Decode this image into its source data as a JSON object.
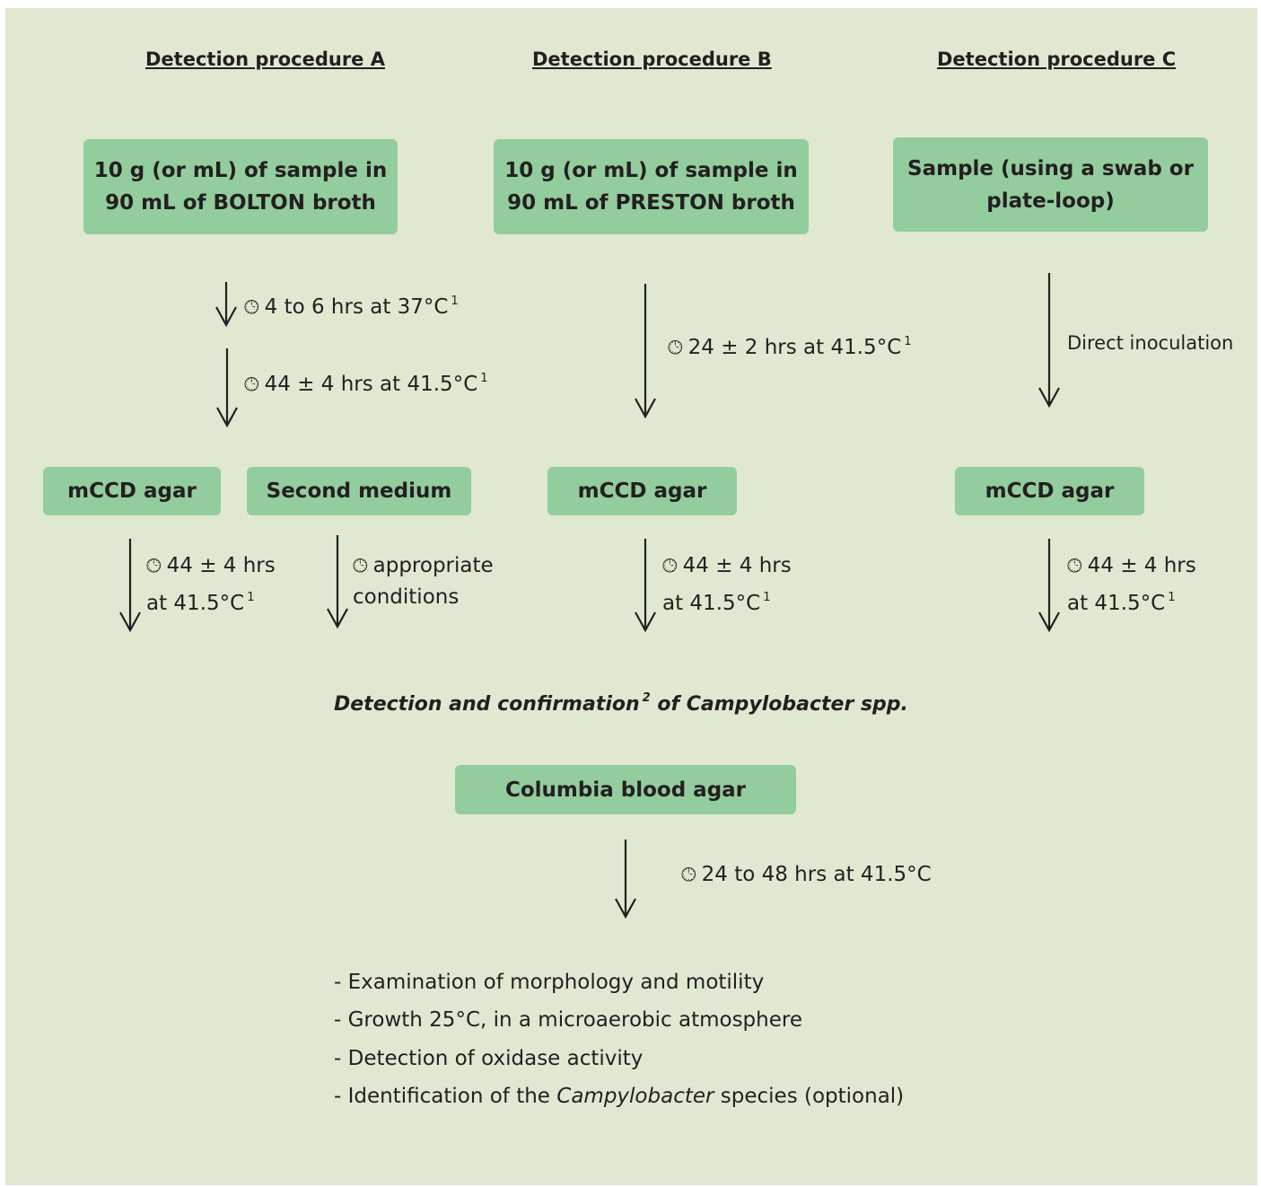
{
  "headings": {
    "a": "Detection procedure A",
    "b": "Detection procedure B",
    "c": "Detection procedure C"
  },
  "boxes": {
    "a_sample": [
      "10 g (or mL) of sample in",
      "90 mL of BOLTON broth"
    ],
    "b_sample": [
      "10 g (or mL) of sample in",
      "90 mL of PRESTON broth"
    ],
    "c_sample": [
      "Sample (using a swab or",
      "plate-loop)"
    ],
    "a_mccd": "mCCD agar",
    "a_second": "Second medium",
    "b_mccd": "mCCD agar",
    "c_mccd": "mCCD agar",
    "columbia": "Columbia blood agar"
  },
  "steps": {
    "a1": {
      "text": "4 to 6 hrs at 37°C",
      "sup": "1"
    },
    "a2": {
      "text": "44 ± 4 hrs at 41.5°C",
      "sup": "1"
    },
    "b1": {
      "text": "24 ± 2 hrs at 41.5°C",
      "sup": "1"
    },
    "c1": {
      "text": "Direct inoculation"
    },
    "a_mccd": {
      "line1": "44 ± 4 hrs",
      "line2": "at 41.5°C",
      "sup": "1"
    },
    "a_second": {
      "line1": "appropriate",
      "line2": "conditions"
    },
    "b_mccd": {
      "line1": "44 ± 4 hrs",
      "line2": "at 41.5°C",
      "sup": "1"
    },
    "c_mccd": {
      "line1": "44 ± 4 hrs",
      "line2": "at 41.5°C",
      "sup": "1"
    },
    "columbia": {
      "text": "24 to 48 hrs at 41.5°C"
    }
  },
  "detection": {
    "before": "Detection and confirmation",
    "sup": "2",
    "after": "of Campylobacter spp."
  },
  "tests": [
    {
      "text": "- Examination of morphology and motility"
    },
    {
      "text": "- Growth 25°C, in a microaerobic atmosphere"
    },
    {
      "text": "- Detection of oxidase activity"
    },
    {
      "prefix": "- Identification of the",
      "italic": "Campylobacter",
      "suffix": "species (optional)"
    }
  ],
  "icons": {
    "clock": "clock-icon"
  },
  "colors": {
    "background": "#e0e8d1",
    "box": "#93cc9d",
    "text": "#231f20"
  }
}
